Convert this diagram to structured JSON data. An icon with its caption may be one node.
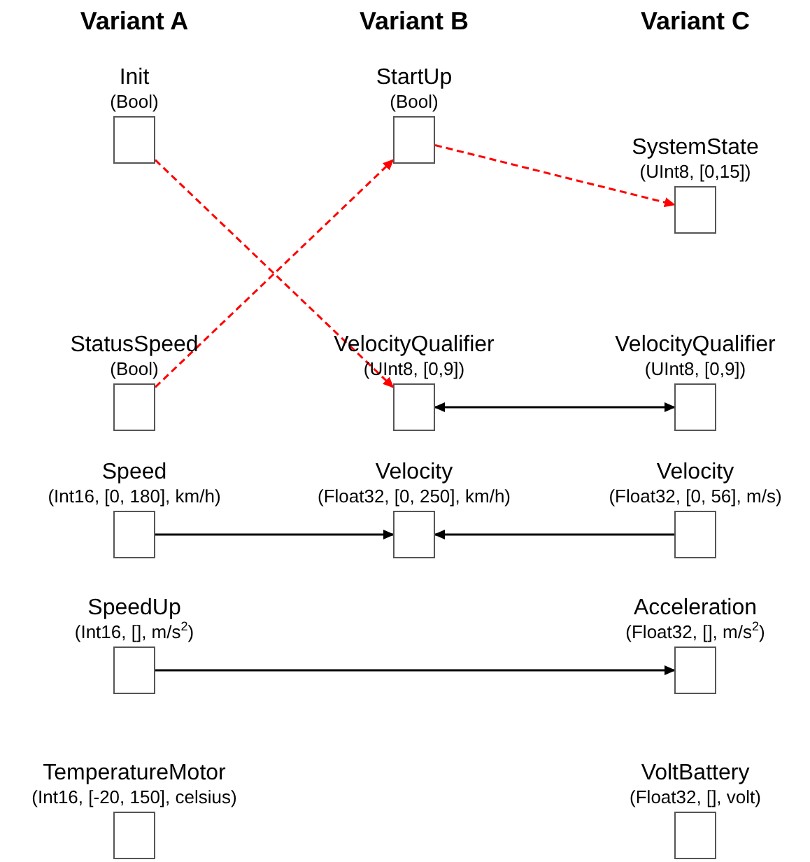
{
  "diagram": {
    "nodes": [
      {
        "text": [
          "Init",
          "(Bool)"
        ]
      },
      {
        "text": [
          "StartUp",
          "(Bool)"
        ]
      },
      {
        "text": [
          "SystemState",
          "(UInt8, [0,15])"
        ]
      },
      {
        "text": [
          "StatusSpeed",
          "(Bool)"
        ]
      },
      {
        "text": [
          "VelocityQualifier",
          "(UInt8, [0,9])"
        ]
      },
      {
        "text": [
          "VelocityQualifier",
          "(UInt8, [0,9])"
        ]
      },
      {
        "text": [
          "Speed",
          "(Int16, [0, 180], km/h)"
        ]
      },
      {
        "text": [
          "Velocity",
          "(Float32, [0, 250], km/h)"
        ]
      },
      {
        "text": [
          "Velocity",
          "(Float32, [0, 56], m/s)"
        ]
      },
      {
        "text": [
          "SpeedUp",
          "(Int16, [], m/s$^{2}$)"
        ]
      },
      {
        "text": [
          "Acceleration",
          "(Float32, [], m/s$^{2}$)"
        ]
      },
      {
        "text": [
          "TemperatureMotor",
          "(Int16, [-20, 150], celsius)"
        ]
      },
      {
        "text": [
          "VoltBattery",
          "(Float32, [], volt)"
        ]
      }
    ],
    "edges": [
      {
        "from": 0,
        "to": 4,
        "arrow": "to",
        "style": "dashed",
        "color": "#ff0000"
      },
      {
        "from": 3,
        "to": 1,
        "arrow": "to",
        "style": "dashed",
        "color": "#ff0000"
      },
      {
        "from": 1,
        "to": 2,
        "arrow": "to",
        "style": "dashed",
        "color": "#ff0000"
      },
      {
        "from": 4,
        "to": 5,
        "arrow": "both"
      },
      {
        "from": 6,
        "to": 7,
        "arrow": "to"
      },
      {
        "from": 8,
        "to": 7,
        "arrow": "to"
      },
      {
        "from": 9,
        "to": 10,
        "arrow": "to"
      }
    ],
    "labels": [
      "Variant A",
      "Variant B",
      "Variant C"
    ]
  }
}
